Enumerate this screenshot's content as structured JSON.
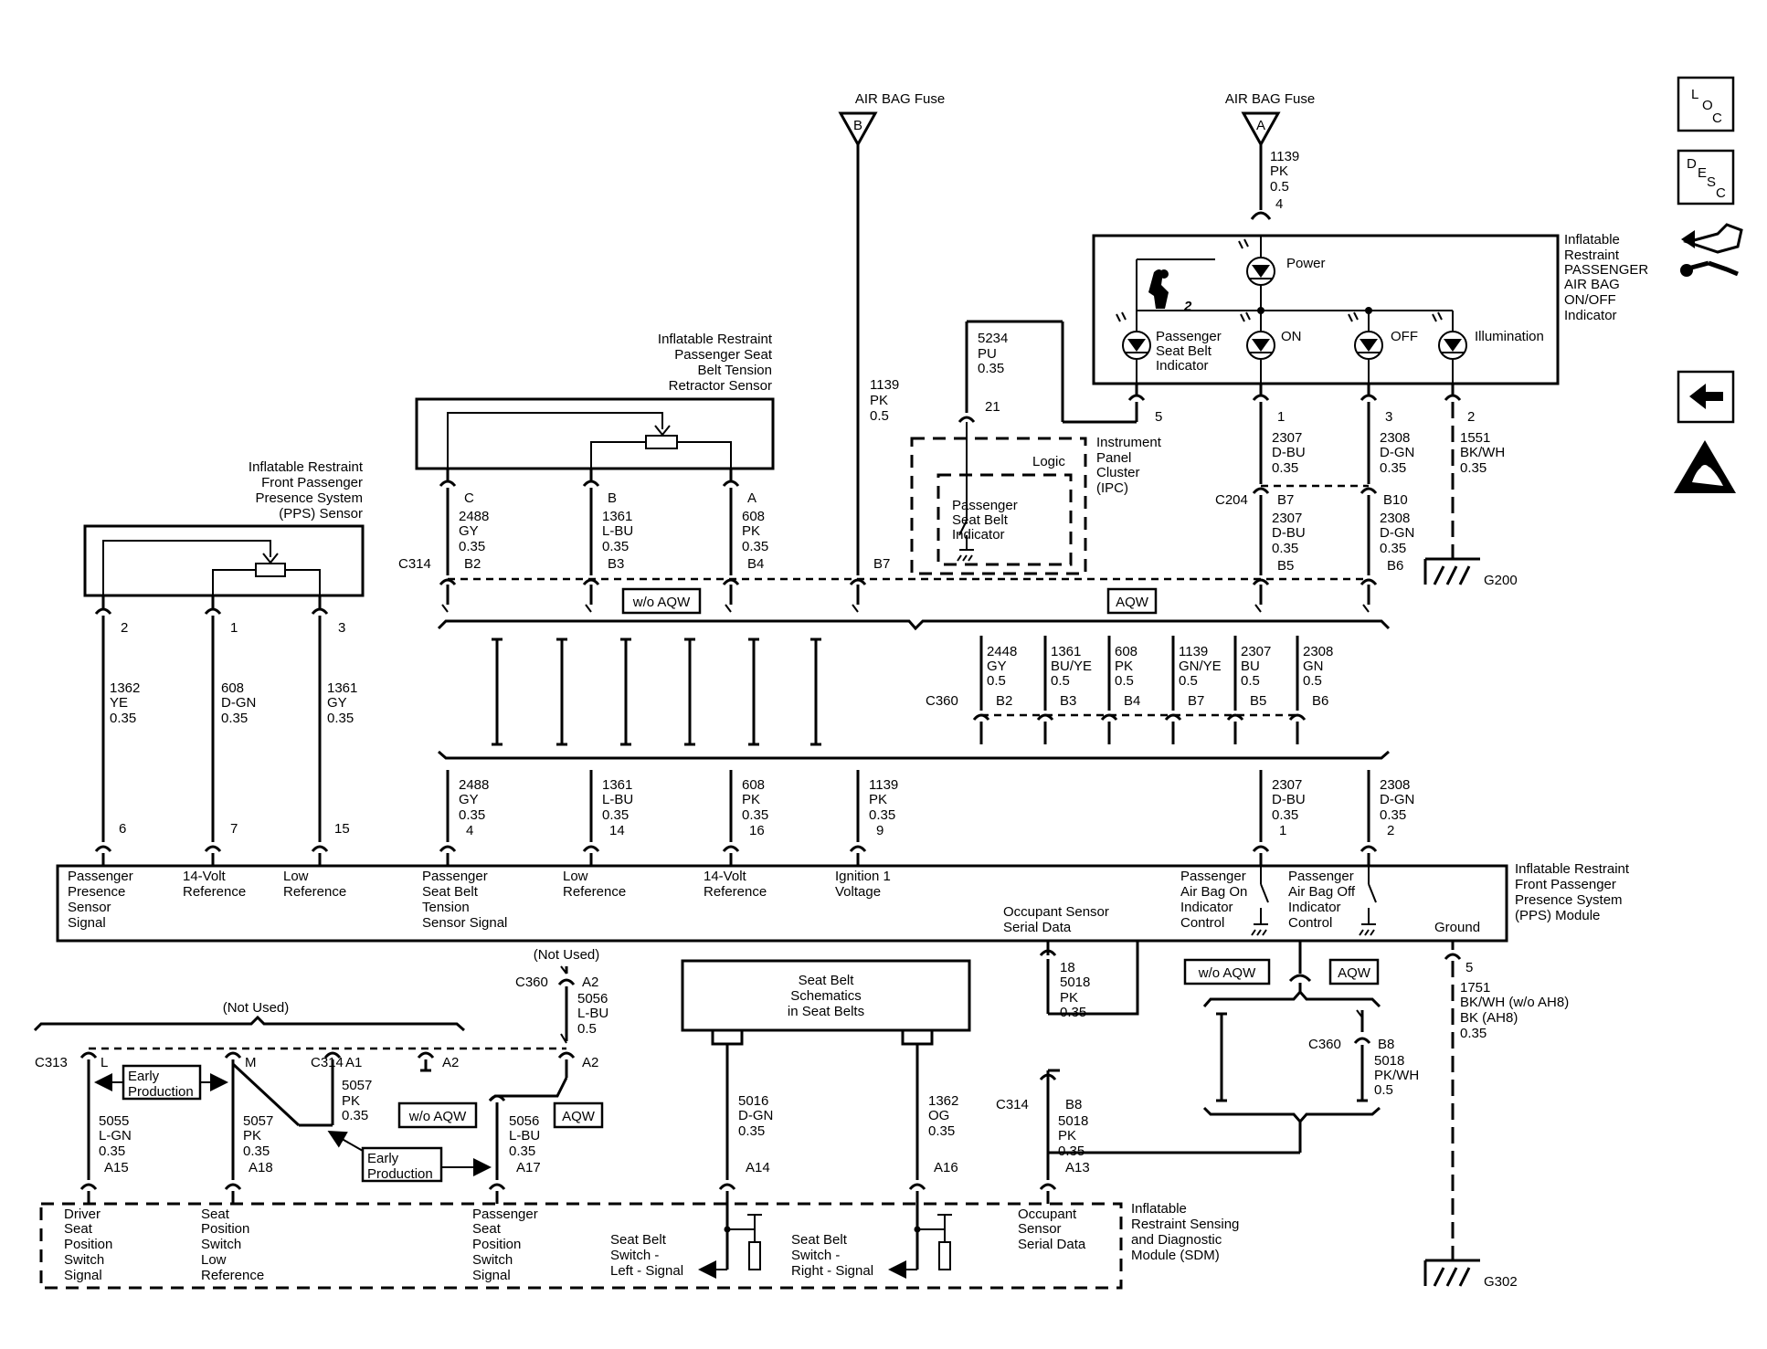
{
  "fuses": {
    "b": {
      "name": "AIR BAG Fuse",
      "letter": "B"
    },
    "a": {
      "name": "AIR BAG Fuse",
      "letter": "A"
    }
  },
  "nav": {
    "loc": [
      "L",
      "O",
      "C"
    ],
    "desc": [
      "D",
      "E",
      "S",
      "C"
    ]
  },
  "components": {
    "indicator": [
      "Inflatable",
      "Restraint",
      "PASSENGER",
      "AIR BAG",
      "ON/OFF",
      "Indicator"
    ],
    "retractor": [
      "Inflatable Restraint",
      "Passenger Seat",
      "Belt Tension",
      "Retractor Sensor"
    ],
    "pps_sensor": [
      "Inflatable Restraint",
      "Front Passenger",
      "Presence System",
      "(PPS) Sensor"
    ],
    "ipc": [
      "Instrument",
      "Panel",
      "Cluster",
      "(IPC)"
    ],
    "ipc_logic": "Logic",
    "ipc_ind": [
      "Passenger",
      "Seat Belt",
      "Indicator"
    ],
    "pps_module": [
      "Inflatable Restraint",
      "Front Passenger",
      "Presence System",
      "(PPS) Module"
    ],
    "sdm": [
      "Inflatable",
      "Restraint Sensing",
      "and Diagnostic",
      "Module (SDM)"
    ],
    "seatbelt_box": [
      "Seat Belt",
      "Schematics",
      "in Seat Belts"
    ]
  },
  "indicator_items": {
    "power": "Power",
    "psb": [
      "Passenger",
      "Seat Belt",
      "Indicator"
    ],
    "on": "ON",
    "off": "OFF",
    "illum": "Illumination"
  },
  "pps_pins": {
    "p1": [
      "Passenger",
      "Presence",
      "Sensor",
      "Signal"
    ],
    "p2": [
      "14-Volt",
      "Reference"
    ],
    "p3": [
      "Low",
      "Reference"
    ],
    "p4": [
      "Passenger",
      "Seat Belt",
      "Tension",
      "Sensor Signal"
    ],
    "p5": [
      "Low",
      "Reference"
    ],
    "p6": [
      "14-Volt",
      "Reference"
    ],
    "p7": [
      "Ignition 1",
      "Voltage"
    ],
    "p8": [
      "Occupant Sensor",
      "Serial Data"
    ],
    "p9": [
      "Passenger",
      "Air Bag On",
      "Indicator",
      "Control"
    ],
    "p10": [
      "Passenger",
      "Air Bag Off",
      "Indicator",
      "Control"
    ],
    "p11": "Ground"
  },
  "sdm_pins": {
    "s1": [
      "Driver",
      "Seat",
      "Position",
      "Switch",
      "Signal"
    ],
    "s2": [
      "Seat",
      "Position",
      "Switch",
      "Low",
      "Reference"
    ],
    "s3": [
      "Passenger",
      "Seat",
      "Position",
      "Switch",
      "Signal"
    ],
    "s4": [
      "Seat Belt",
      "Switch -",
      "Left - Signal"
    ],
    "s5": [
      "Seat Belt",
      "Switch -",
      "Right - Signal"
    ],
    "s6": [
      "Occupant",
      "Sensor",
      "Serial Data"
    ]
  },
  "connectors": {
    "c314": "C314",
    "c204": "C204",
    "c360": "C360",
    "c313": "C313",
    "g200": "G200",
    "g302": "G302"
  },
  "options": {
    "wo_aqw": "w/o AQW",
    "aqw": "AQW",
    "early": [
      "Early",
      "Production"
    ],
    "not_used": "(Not Used)"
  },
  "wires": {
    "fuseA": [
      "1139",
      "PK",
      "0.5"
    ],
    "fuseA_pin": "4",
    "fuseB": [
      "1139",
      "PK",
      "0.5"
    ],
    "ipc_w": [
      "5234",
      "PU",
      "0.35"
    ],
    "ipc_pin": "21",
    "ind_pin5": "5",
    "on_pin": "1",
    "on_w": [
      "2307",
      "D-BU",
      "0.35"
    ],
    "off_pin": "3",
    "off_w": [
      "2308",
      "D-GN",
      "0.35"
    ],
    "ill_pin": "2",
    "ill_w": [
      "1551",
      "BK/WH",
      "0.35"
    ],
    "c204_on": [
      "B7",
      "2307",
      "D-BU",
      "0.35",
      "B5"
    ],
    "c204_off": [
      "B10",
      "2308",
      "D-GN",
      "0.35",
      "B6"
    ],
    "rC": [
      "C",
      "2488",
      "GY",
      "0.35",
      "B2"
    ],
    "rB": [
      "B",
      "1361",
      "L-BU",
      "0.35",
      "B3"
    ],
    "rA": [
      "A",
      "608",
      "PK",
      "0.35",
      "B4"
    ],
    "ign_pin": "B7",
    "pps_s": [
      {
        "pin": "2",
        "w": [
          "1362",
          "YE",
          "0.35"
        ],
        "bot": "6"
      },
      {
        "pin": "1",
        "w": [
          "608",
          "D-GN",
          "0.35"
        ],
        "bot": "7"
      },
      {
        "pin": "3",
        "w": [
          "1361",
          "GY",
          "0.35"
        ],
        "bot": "15"
      }
    ],
    "c360_top": [
      {
        "w": [
          "2448",
          "GY",
          "0.5"
        ],
        "pin": "B2"
      },
      {
        "w": [
          "1361",
          "BU/YE",
          "0.5"
        ],
        "pin": "B3"
      },
      {
        "w": [
          "608",
          "PK",
          "0.5"
        ],
        "pin": "B4"
      },
      {
        "w": [
          "1139",
          "GN/YE",
          "0.5"
        ],
        "pin": "B7"
      },
      {
        "w": [
          "2307",
          "BU",
          "0.5"
        ],
        "pin": "B5"
      },
      {
        "w": [
          "2308",
          "GN",
          "0.5"
        ],
        "pin": "B6"
      }
    ],
    "mod_in": [
      {
        "w": [
          "2488",
          "GY",
          "0.35"
        ],
        "pin": "4"
      },
      {
        "w": [
          "1361",
          "L-BU",
          "0.35"
        ],
        "pin": "14"
      },
      {
        "w": [
          "608",
          "PK",
          "0.35"
        ],
        "pin": "16"
      },
      {
        "w": [
          "1139",
          "PK",
          "0.35"
        ],
        "pin": "9"
      },
      {
        "w": [
          "2307",
          "D-BU",
          "0.35"
        ],
        "pin": "1"
      },
      {
        "w": [
          "2308",
          "D-GN",
          "0.35"
        ],
        "pin": "2"
      }
    ],
    "occ_out": [
      "18",
      "5018",
      "PK",
      "0.35"
    ],
    "gnd_out": [
      "5",
      "1751",
      "BK/WH (w/o AH8)",
      "BK (AH8)",
      "0.35"
    ],
    "c360_b8": [
      "B8",
      "5018",
      "PK/WH",
      "0.5"
    ],
    "c314_b8": [
      "B8",
      "5018",
      "PK",
      "0.35",
      "A13"
    ],
    "c360_a2": [
      "A2",
      "5056",
      "L-BU",
      "0.5",
      "A2"
    ],
    "c313_L": [
      "L",
      "5055",
      "L-GN",
      "0.35",
      "A15"
    ],
    "c313_M": [
      "M",
      "5057",
      "PK",
      "0.35",
      "A18"
    ],
    "c314_a1": [
      "A1",
      "5057",
      "PK",
      "0.35"
    ],
    "c314_a2": "A2",
    "a17_w": [
      "5056",
      "L-BU",
      "0.35",
      "A17"
    ],
    "sb_left": [
      "5016",
      "D-GN",
      "0.35",
      "A14"
    ],
    "sb_right": [
      "1362",
      "OG",
      "0.35",
      "A16"
    ]
  }
}
